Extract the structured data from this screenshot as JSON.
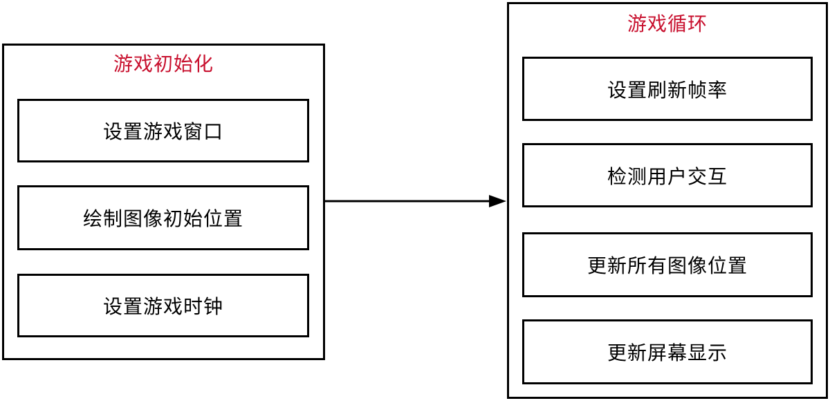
{
  "diagram": {
    "background_color": "#ffffff",
    "line_color": "#000000",
    "title_color": "#c8102e",
    "panels": [
      {
        "id": "game-init",
        "title": "游戏初始化",
        "steps": [
          "设置游戏窗口",
          "绘制图像初始位置",
          "设置游戏时钟"
        ]
      },
      {
        "id": "game-loop",
        "title": "游戏循环",
        "steps": [
          "设置刷新帧率",
          "检测用户交互",
          "更新所有图像位置",
          "更新屏幕显示"
        ]
      }
    ],
    "connector": {
      "type": "arrow-right",
      "from": "游戏初始化",
      "to": "游戏循环"
    }
  }
}
